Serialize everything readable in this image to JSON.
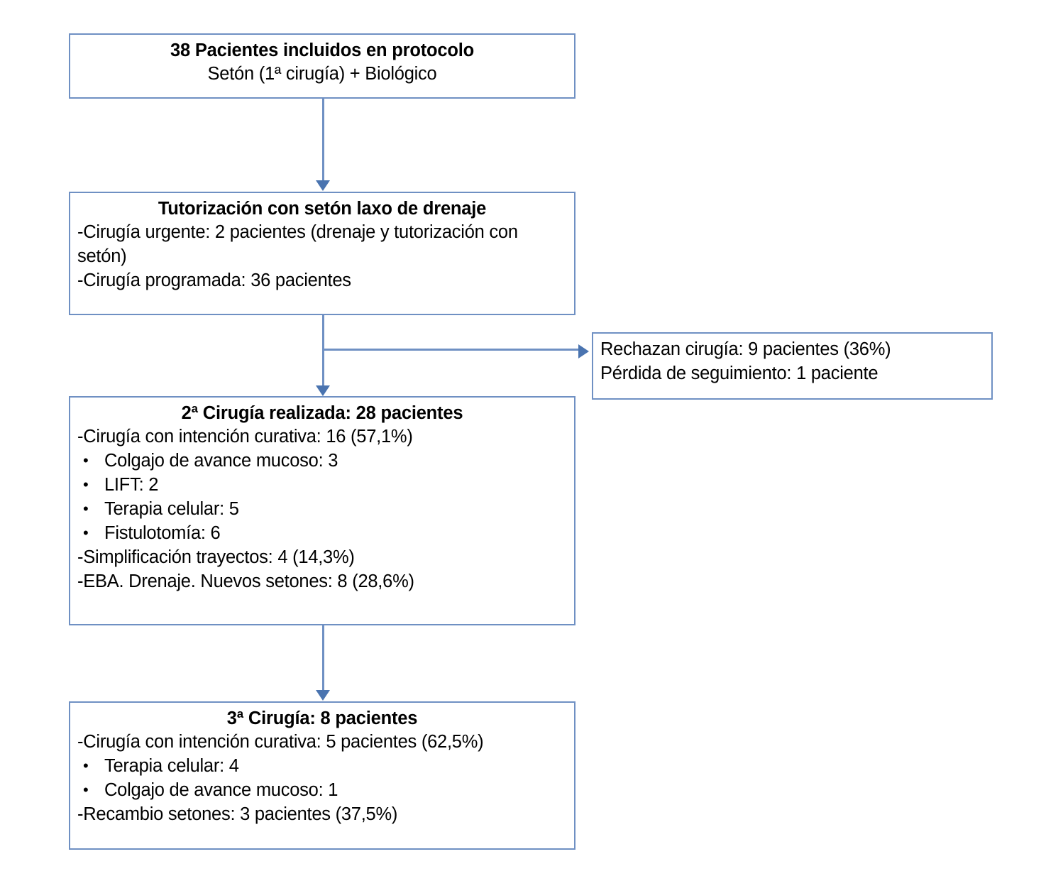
{
  "diagram": {
    "title": "Flujo de pacientes - Setón + Biológico",
    "accent_color": "#6f90c3",
    "arrow_color": "#4a74b0",
    "background": "#ffffff",
    "bullet_glyph": "•"
  },
  "boxes": {
    "top": {
      "title": "38 Pacientes incluidos en protocolo",
      "subtitle": "Setón (1ª cirugía) + Biológico"
    },
    "seton": {
      "title": "Tutorización con setón laxo de drenaje",
      "lines": [
        "-Cirugía urgente: 2 pacientes (drenaje y tutorización con setón)",
        "-Cirugía programada: 36 pacientes"
      ]
    },
    "dropout": {
      "lines": [
        "Rechazan cirugía: 9 pacientes (36%)",
        "Pérdida de seguimiento: 1 paciente"
      ]
    },
    "second_surgery": {
      "title": "2ª Cirugía realizada: 28 pacientes",
      "line_curative": "-Cirugía con intención curativa: 16 (57,1%)",
      "bullets": [
        "Colgajo de avance mucoso: 3",
        "LIFT: 2",
        "Terapia celular: 5",
        "Fistulotomía: 6"
      ],
      "line_simplification": "-Simplificación trayectos: 4 (14,3%)",
      "line_eba": "-EBA. Drenaje. Nuevos setones: 8 (28,6%)"
    },
    "third_surgery": {
      "title": "3ª Cirugía: 8 pacientes",
      "line_curative": "-Cirugía con intención curativa: 5 pacientes (62,5%)",
      "bullets": [
        "Terapia celular: 4",
        "Colgajo de avance mucoso: 1"
      ],
      "line_exchange": "-Recambio setones: 3 pacientes (37,5%)"
    }
  },
  "chart_data": {
    "type": "flowchart",
    "title": "Flujo de pacientes incluidos en protocolo Setón + Biológico",
    "nodes": [
      {
        "id": "inclusion",
        "label": "38 Pacientes incluidos en protocolo / Setón (1ª cirugía) + Biológico",
        "n": 38
      },
      {
        "id": "seton",
        "label": "Tutorización con setón laxo de drenaje",
        "urgent": 2,
        "scheduled": 36
      },
      {
        "id": "dropout",
        "label": "Rechazan cirugía / Pérdida de seguimiento",
        "refused": 9,
        "refused_pct": 36,
        "lost": 1
      },
      {
        "id": "second_surgery",
        "label": "2ª Cirugía realizada",
        "n": 28,
        "curative": 16,
        "curative_pct": 57.1,
        "simplification": 4,
        "simplification_pct": 14.3,
        "eba_drainage_new_setons": 8,
        "eba_pct": 28.6
      },
      {
        "id": "third_surgery",
        "label": "3ª Cirugía",
        "n": 8,
        "curative": 5,
        "curative_pct": 62.5,
        "seton_exchange": 3,
        "seton_exchange_pct": 37.5
      }
    ],
    "second_surgery_techniques": {
      "categories": [
        "Colgajo de avance mucoso",
        "LIFT",
        "Terapia celular",
        "Fistulotomía"
      ],
      "values": [
        3,
        2,
        5,
        6
      ]
    },
    "third_surgery_techniques": {
      "categories": [
        "Terapia celular",
        "Colgajo de avance mucoso"
      ],
      "values": [
        4,
        1
      ]
    },
    "edges": [
      {
        "from": "inclusion",
        "to": "seton"
      },
      {
        "from": "seton",
        "to": "second_surgery"
      },
      {
        "from": "seton",
        "to": "dropout"
      },
      {
        "from": "second_surgery",
        "to": "third_surgery"
      }
    ]
  }
}
